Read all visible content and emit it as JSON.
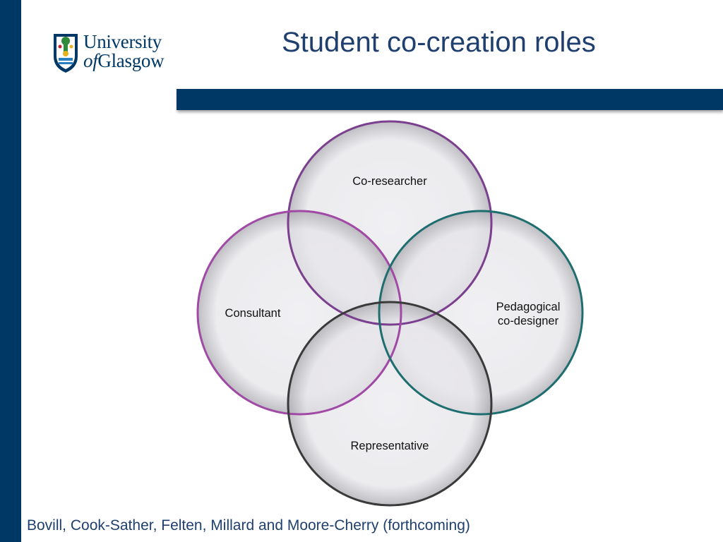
{
  "header": {
    "title": "Student co-creation roles",
    "logo": {
      "line1": "University",
      "line2_of": "of",
      "line2_rest": "Glasgow"
    }
  },
  "diagram": {
    "type": "venn",
    "circles": [
      {
        "label": "Co-researcher",
        "ring_color": "#7b3f8f"
      },
      {
        "label": "Consultant",
        "ring_color": "#a04aa6"
      },
      {
        "label_line1": "Pedagogical",
        "label_line2": "co-designer",
        "ring_color": "#1e6e70"
      },
      {
        "label": "Representative",
        "ring_color": "#3a3a3a"
      }
    ]
  },
  "footer": {
    "citation": "Bovill, Cook-Sather, Felten, Millard and Moore-Cherry (forthcoming)"
  },
  "colors": {
    "brand": "#003865",
    "title_text": "#1f3f6e",
    "circle_fill": "#e6e5e8"
  }
}
